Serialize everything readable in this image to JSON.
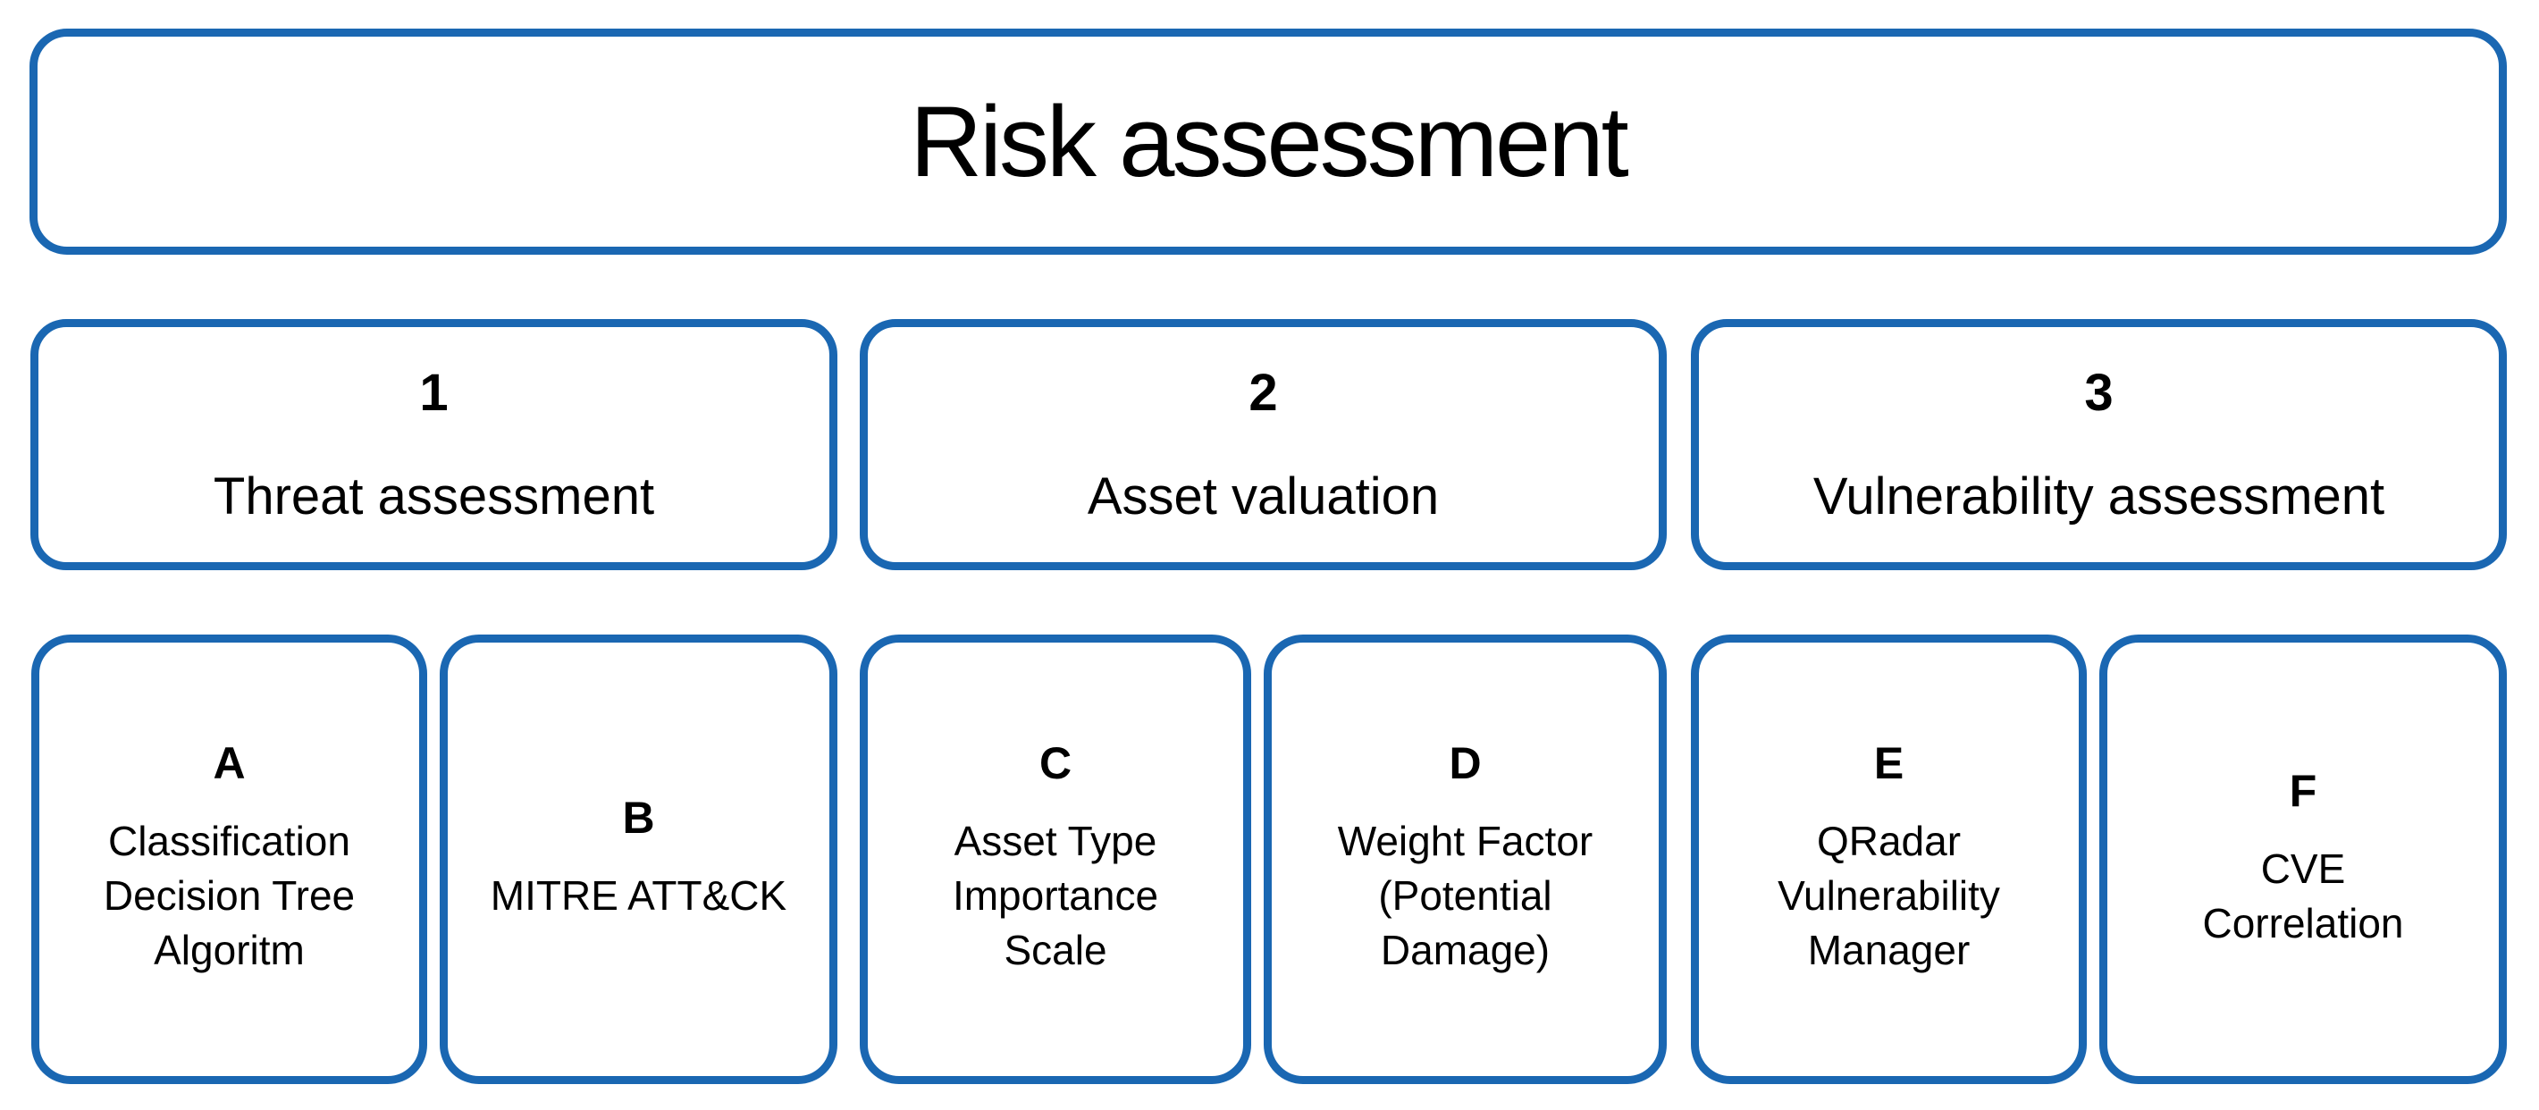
{
  "colors": {
    "border_blue": "#1A67B2",
    "text": "#000000",
    "background": "#FFFFFF"
  },
  "title": {
    "label": "Risk assessment"
  },
  "stages": [
    {
      "number": "1",
      "label": "Threat assessment"
    },
    {
      "number": "2",
      "label": "Asset valuation"
    },
    {
      "number": "3",
      "label": "Vulnerability assessment"
    }
  ],
  "components": [
    {
      "letter": "A",
      "lines": [
        "Classification",
        "Decision Tree",
        "Algoritm"
      ]
    },
    {
      "letter": "B",
      "lines": [
        "MITRE ATT&CK"
      ]
    },
    {
      "letter": "C",
      "lines": [
        "Asset Type",
        "Importance",
        "Scale"
      ]
    },
    {
      "letter": "D",
      "lines": [
        "Weight Factor",
        "(Potential",
        "Damage)"
      ]
    },
    {
      "letter": "E",
      "lines": [
        "QRadar",
        "Vulnerability",
        "Manager"
      ]
    },
    {
      "letter": "F",
      "lines": [
        "CVE",
        "Correlation"
      ]
    }
  ]
}
